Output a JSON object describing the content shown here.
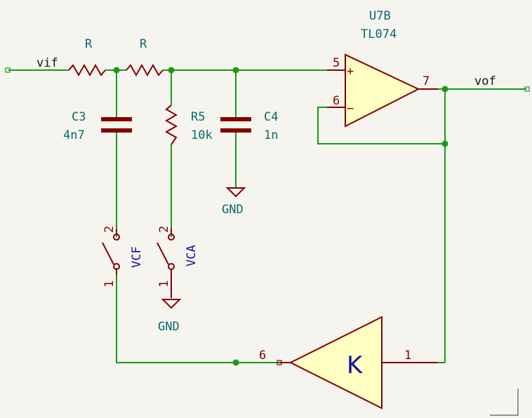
{
  "nets": {
    "input": "vif",
    "output": "vof"
  },
  "opamp": {
    "ref": "U7B",
    "value": "TL074",
    "pin_plus": "5",
    "pin_minus": "6",
    "pin_out": "7",
    "plus_sign": "+",
    "minus_sign": "−"
  },
  "resistors": [
    {
      "ref": "R",
      "value": ""
    },
    {
      "ref": "R",
      "value": ""
    },
    {
      "ref": "R5",
      "value": "10k"
    }
  ],
  "capacitors": [
    {
      "ref": "C3",
      "value": "4n7"
    },
    {
      "ref": "C4",
      "value": "1n"
    }
  ],
  "switches": [
    {
      "label": "VCF",
      "pin_top": "2",
      "pin_bottom": "1"
    },
    {
      "label": "VCA",
      "pin_top": "2",
      "pin_bottom": "1"
    }
  ],
  "grounds": [
    {
      "label": "GND"
    },
    {
      "label": "GND"
    }
  ],
  "gain_block": {
    "label": "K",
    "pin_in": "6",
    "pin_out": "1"
  },
  "colors": {
    "wire": "#199a19",
    "component": "#840000",
    "fill": "#ffffc2",
    "background": "#f5f4ef"
  }
}
